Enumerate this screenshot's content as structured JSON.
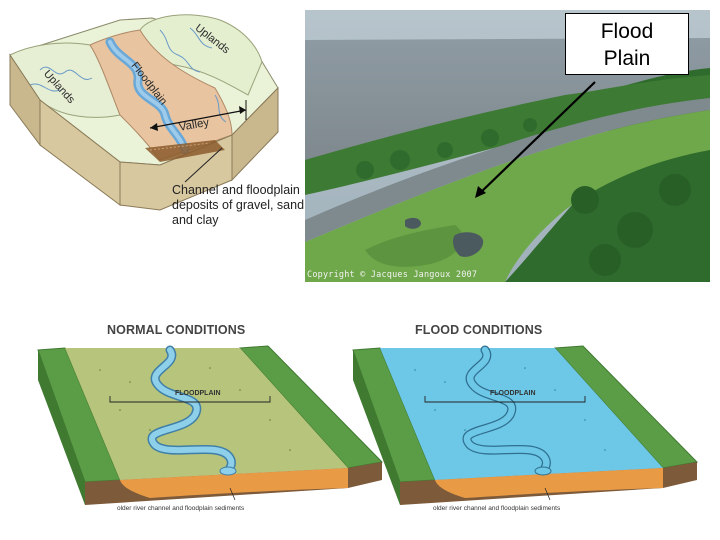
{
  "top_left_diagram": {
    "labels": {
      "uplands_right": "Uplands",
      "uplands_left": "Uplands",
      "floodplain": "Floodplain",
      "valley": "Valley"
    },
    "caption": "Channel and floodplain deposits of gravel, sand, and clay"
  },
  "photo": {
    "copyright": "Copyright © Jacques Jangoux 2007",
    "callout_line1": "Flood",
    "callout_line2": "Plain"
  },
  "normal_conditions": {
    "title": "NORMAL CONDITIONS",
    "floodplain_label": "FLOODPLAIN",
    "sediment_label": "older river channel and floodplain sediments"
  },
  "flood_conditions": {
    "title": "FLOOD CONDITIONS",
    "floodplain_label": "FLOODPLAIN",
    "sediment_label": "older river channel and floodplain sediments"
  },
  "colors": {
    "upland_green": "#5b9c46",
    "floodplain_normal": "#b7c47b",
    "flood_water": "#6dc7e6",
    "sediment_orange": "#e89a45",
    "river_blue": "#6cb4d8"
  }
}
